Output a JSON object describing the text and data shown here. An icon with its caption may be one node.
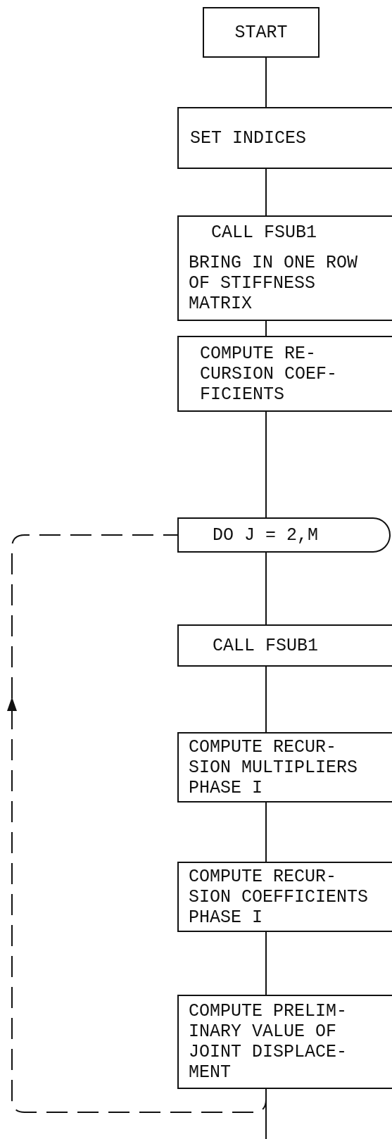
{
  "diagram": {
    "nodes": [
      {
        "text": [
          "START"
        ]
      },
      {
        "text": [
          "SET INDICES"
        ]
      },
      {
        "text": [
          "CALL FSUB1",
          "BRING IN ONE ROW OF STIFFNESS MATRIX"
        ]
      },
      {
        "text": [
          "COMPUTE RE- CURSION COEF- FICIENTS"
        ]
      },
      {
        "text": [
          "DO J = 2,M"
        ]
      },
      {
        "text": [
          "CALL FSUB1"
        ]
      },
      {
        "text": [
          "COMPUTE RECUR- SION MULTIPLIERS PHASE I"
        ]
      },
      {
        "text": [
          "COMPUTE RECUR- SION COEFFICIENTS PHASE I"
        ]
      },
      {
        "text": [
          "COMPUTE PRELIM- INARY VALUE OF JOINT DISPLACE- MENT"
        ]
      }
    ],
    "edges": [
      {
        "from": 0,
        "to": 1,
        "arrow": "none"
      },
      {
        "from": 1,
        "to": 2,
        "arrow": "none"
      },
      {
        "from": 2,
        "to": 3,
        "arrow": "none"
      },
      {
        "from": 3,
        "to": 4,
        "arrow": "none"
      },
      {
        "from": 4,
        "to": 5,
        "arrow": "none"
      },
      {
        "from": 5,
        "to": 6,
        "arrow": "none"
      },
      {
        "from": 6,
        "to": 7,
        "arrow": "none"
      },
      {
        "from": 7,
        "to": 8,
        "arrow": "none"
      },
      {
        "from": 8,
        "to": 4,
        "arrow": "to",
        "style": "dashed"
      },
      {
        "from": 8,
        "to": null,
        "arrow": "none"
      }
    ]
  }
}
